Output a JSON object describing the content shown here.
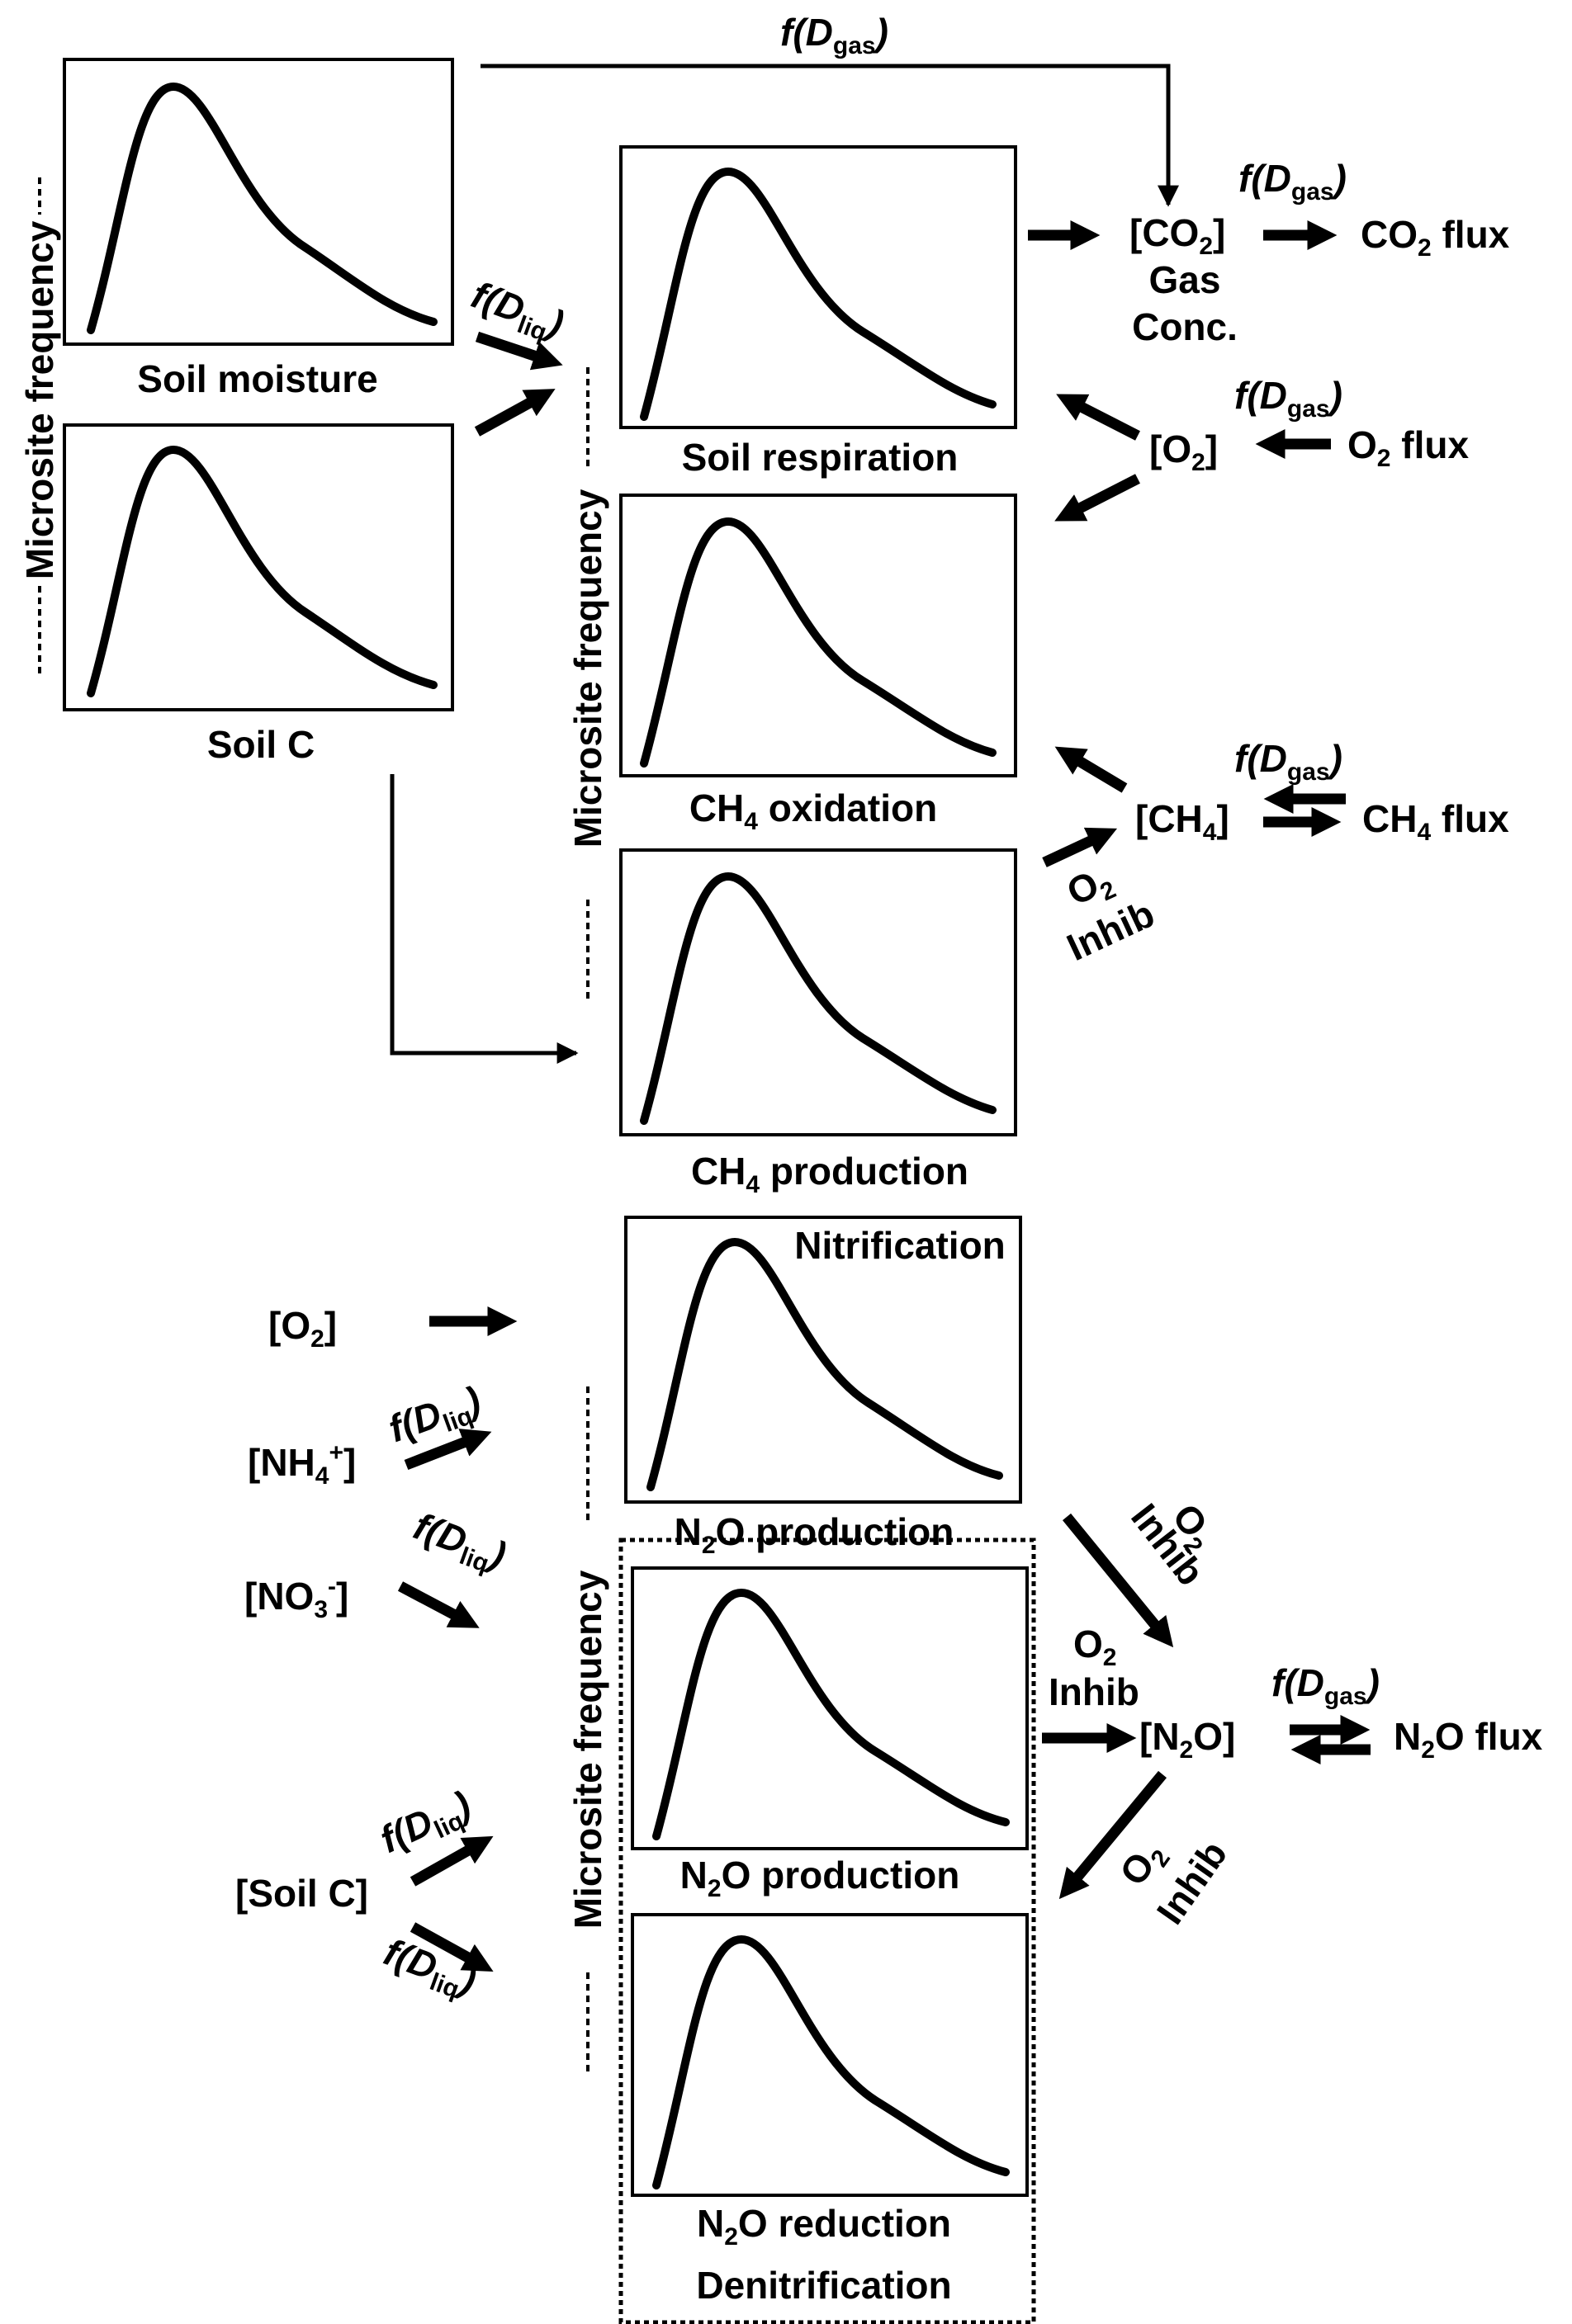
{
  "labels": {
    "soil_moisture": "Soil moisture",
    "soil_c": "Soil C",
    "soil_respiration": "Soil respiration",
    "ch4_oxidation_pre": "CH",
    "ch4_oxidation_sub": "4",
    "ch4_oxidation_post": " oxidation",
    "ch4_production_pre": "CH",
    "ch4_production_sub": "4",
    "ch4_production_post": " production",
    "nitrification": "Nitrification",
    "n2o_production_pre": "N",
    "n2o_production_sub": "2",
    "n2o_production_post": "O production",
    "n2o_reduction_pre": "N",
    "n2o_reduction_sub": "2",
    "n2o_reduction_post": "O reduction",
    "denitrification": "Denitrification",
    "microsite_frequency": "Microsite frequency"
  },
  "functions": {
    "f_open": "f(",
    "D": "D",
    "gas": "gas",
    "liq": "liq",
    "close": ")"
  },
  "species": {
    "co2_open": "[CO",
    "co2_sub": "2",
    "co2_close": "]",
    "gas": "Gas",
    "conc": "Conc.",
    "co2_flux_pre": "CO",
    "co2_flux_sub": "2",
    "co2_flux_post": " flux",
    "o2_open": "[O",
    "o2_sub": "2",
    "o2_close": "]",
    "o2_flux_pre": "O",
    "o2_flux_sub": "2",
    "o2_flux_post": " flux",
    "ch4_open": "[CH",
    "ch4_sub": "4",
    "ch4_close": "]",
    "ch4_flux_pre": "CH",
    "ch4_flux_sub": "4",
    "ch4_flux_post": " flux",
    "n2o_open": "[N",
    "n2o_sub": "2",
    "n2o_close": "O]",
    "n2o_flux_pre": "N",
    "n2o_flux_sub": "2",
    "n2o_flux_post": "O flux",
    "nh4_open": "[NH",
    "nh4_sub": "4",
    "nh4_sup": "+",
    "nh4_close": "]",
    "no3_open": "[NO",
    "no3_sub": "3",
    "no3_sup": "-",
    "no3_close": "]",
    "soil_c_bracket": "[Soil C]",
    "o2_letter": "O",
    "o2_letter_sub": "2",
    "inhib": "Inhib"
  }
}
